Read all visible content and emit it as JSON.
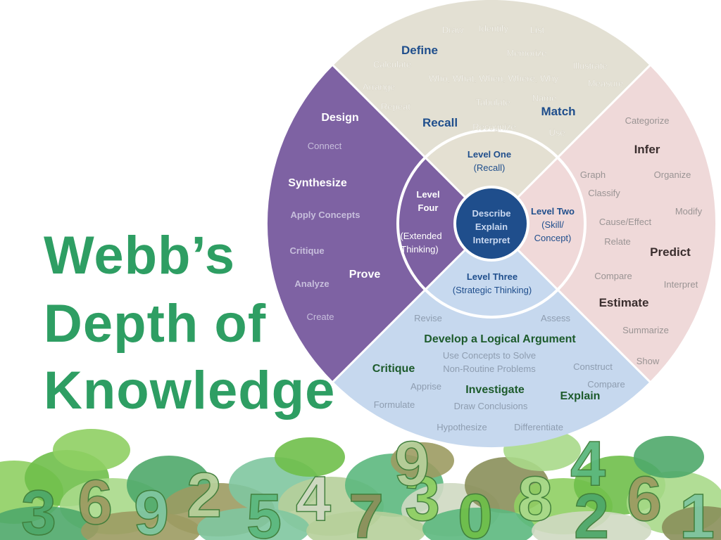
{
  "title": {
    "line1": "Webb’s",
    "line2": "Depth of",
    "line3": "Knowledge"
  },
  "colors": {
    "title": "#2e9e63",
    "level_one": "#e3e0d3",
    "level_two": "#efd9d9",
    "level_three": "#c6d8ee",
    "level_four": "#7e62a3",
    "center": "#1f4e8c"
  },
  "center": {
    "lines": [
      "Describe",
      "Explain",
      "Interpret"
    ]
  },
  "inner_labels": {
    "level_one": {
      "title": "Level One",
      "sub": "(Recall)"
    },
    "level_two": {
      "title": "Level Two",
      "sub1": "(Skill/",
      "sub2": "Concept)"
    },
    "level_three": {
      "title": "Level Three",
      "sub": "(Strategic Thinking)"
    },
    "level_four": {
      "title1": "Level",
      "title2": "Four",
      "sub1": "(Extended",
      "sub2": "Thinking)"
    }
  },
  "outer_words": {
    "level_one": [
      {
        "text": "Draw",
        "style": "faint"
      },
      {
        "text": "Identify",
        "style": "faint"
      },
      {
        "text": "List",
        "style": "faint"
      },
      {
        "text": "Define",
        "style": "key"
      },
      {
        "text": "Memorize",
        "style": "faint"
      },
      {
        "text": "Calculate",
        "style": "faint"
      },
      {
        "text": "Illustrate",
        "style": "faint"
      },
      {
        "text": "Who, What, When, Where, Why",
        "style": "faint"
      },
      {
        "text": "Arrange",
        "style": "faint"
      },
      {
        "text": "Measure",
        "style": "faint"
      },
      {
        "text": "Name",
        "style": "faint"
      },
      {
        "text": "Repeat",
        "style": "faint"
      },
      {
        "text": "Tabulate",
        "style": "faint"
      },
      {
        "text": "Match",
        "style": "key"
      },
      {
        "text": "Recall",
        "style": "key"
      },
      {
        "text": "Recognize",
        "style": "faint"
      },
      {
        "text": "Use",
        "style": "faint"
      }
    ],
    "level_two": [
      {
        "text": "Categorize",
        "style": "plain"
      },
      {
        "text": "Infer",
        "style": "key"
      },
      {
        "text": "Graph",
        "style": "plain"
      },
      {
        "text": "Organize",
        "style": "plain"
      },
      {
        "text": "Classify",
        "style": "plain"
      },
      {
        "text": "Modify",
        "style": "plain"
      },
      {
        "text": "Cause/Effect",
        "style": "plain"
      },
      {
        "text": "Relate",
        "style": "plain"
      },
      {
        "text": "Predict",
        "style": "key"
      },
      {
        "text": "Compare",
        "style": "plain"
      },
      {
        "text": "Interpret",
        "style": "plain"
      },
      {
        "text": "Estimate",
        "style": "key"
      },
      {
        "text": "Summarize",
        "style": "plain"
      },
      {
        "text": "Show",
        "style": "plain"
      }
    ],
    "level_three": [
      {
        "text": "Revise",
        "style": "plain"
      },
      {
        "text": "Assess",
        "style": "plain"
      },
      {
        "text": "Develop a Logical Argument",
        "style": "key"
      },
      {
        "text": "Use Concepts to Solve",
        "style": "plain"
      },
      {
        "text": "Non-Routine Problems",
        "style": "plain"
      },
      {
        "text": "Critique",
        "style": "key"
      },
      {
        "text": "Construct",
        "style": "plain"
      },
      {
        "text": "Compare",
        "style": "plain"
      },
      {
        "text": "Apprise",
        "style": "plain"
      },
      {
        "text": "Investigate",
        "style": "key"
      },
      {
        "text": "Explain",
        "style": "key"
      },
      {
        "text": "Formulate",
        "style": "plain"
      },
      {
        "text": "Draw Conclusions",
        "style": "plain"
      },
      {
        "text": "Hypothesize",
        "style": "plain"
      },
      {
        "text": "Differentiate",
        "style": "plain"
      }
    ],
    "level_four": [
      {
        "text": "Design",
        "style": "key"
      },
      {
        "text": "Connect",
        "style": "plain"
      },
      {
        "text": "Synthesize",
        "style": "key"
      },
      {
        "text": "Apply Concepts",
        "style": "bold"
      },
      {
        "text": "Critique",
        "style": "bold"
      },
      {
        "text": "Prove",
        "style": "key"
      },
      {
        "text": "Analyze",
        "style": "bold"
      },
      {
        "text": "Create",
        "style": "plain"
      }
    ]
  },
  "foam_numbers": [
    "3",
    "6",
    "9",
    "2",
    "5",
    "4",
    "7",
    "3",
    "0",
    "8",
    "2",
    "6",
    "1",
    "9",
    "4"
  ]
}
